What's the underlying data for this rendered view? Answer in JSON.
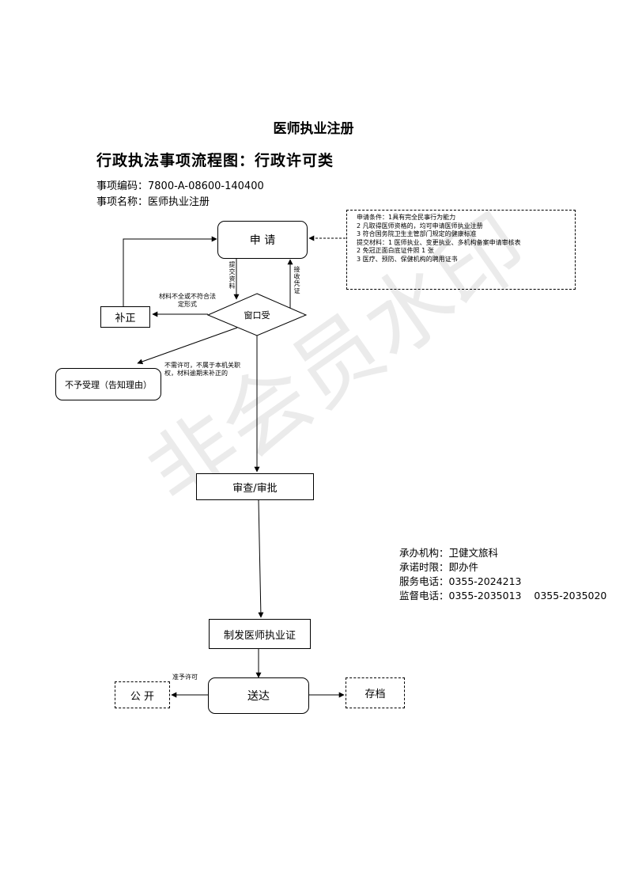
{
  "header": {
    "title": "医师执业注册",
    "subtitle": "行政执法事项流程图：行政许可类",
    "code_line": "事项编码：7800-A-08600-140400",
    "name_line": "事项名称：医师执业注册"
  },
  "conditions": [
    "申请条件：1具有完全民事行为能力",
    "2 凡取得医师资格的，均可申请医师执业注册",
    "3 符合国务院卫生主管部门规定的健康标准",
    "提交材料：1 医师执业、变更执业、多机构备案申请审核表",
    "2 免冠正面白底证件照 1 张",
    "3 医疗、预防、保健机构的聘用证书"
  ],
  "nodes": {
    "apply": "申 请",
    "window": "窗口受",
    "supplement": "补正",
    "reject": "不予受理（告知理由）",
    "review": "审查/审批",
    "issue": "制发医师执业证",
    "deliver": "送达",
    "publish": "公 开",
    "archive": "存档"
  },
  "edges": {
    "submit_v": "提交资料",
    "receive_v": "接收凭证",
    "incomplete": "材料不全或不符合法定形式",
    "no_permit": "不需许可，不属于本机关职权，材料逾期未补正的",
    "grant": "准予许可"
  },
  "info": [
    "承办机构：卫健文旅科",
    "承诺时限：即办件",
    "服务电话：0355-2024213",
    "监督电话：0355-2035013    0355-2035020"
  ],
  "watermark": "非会员水印"
}
